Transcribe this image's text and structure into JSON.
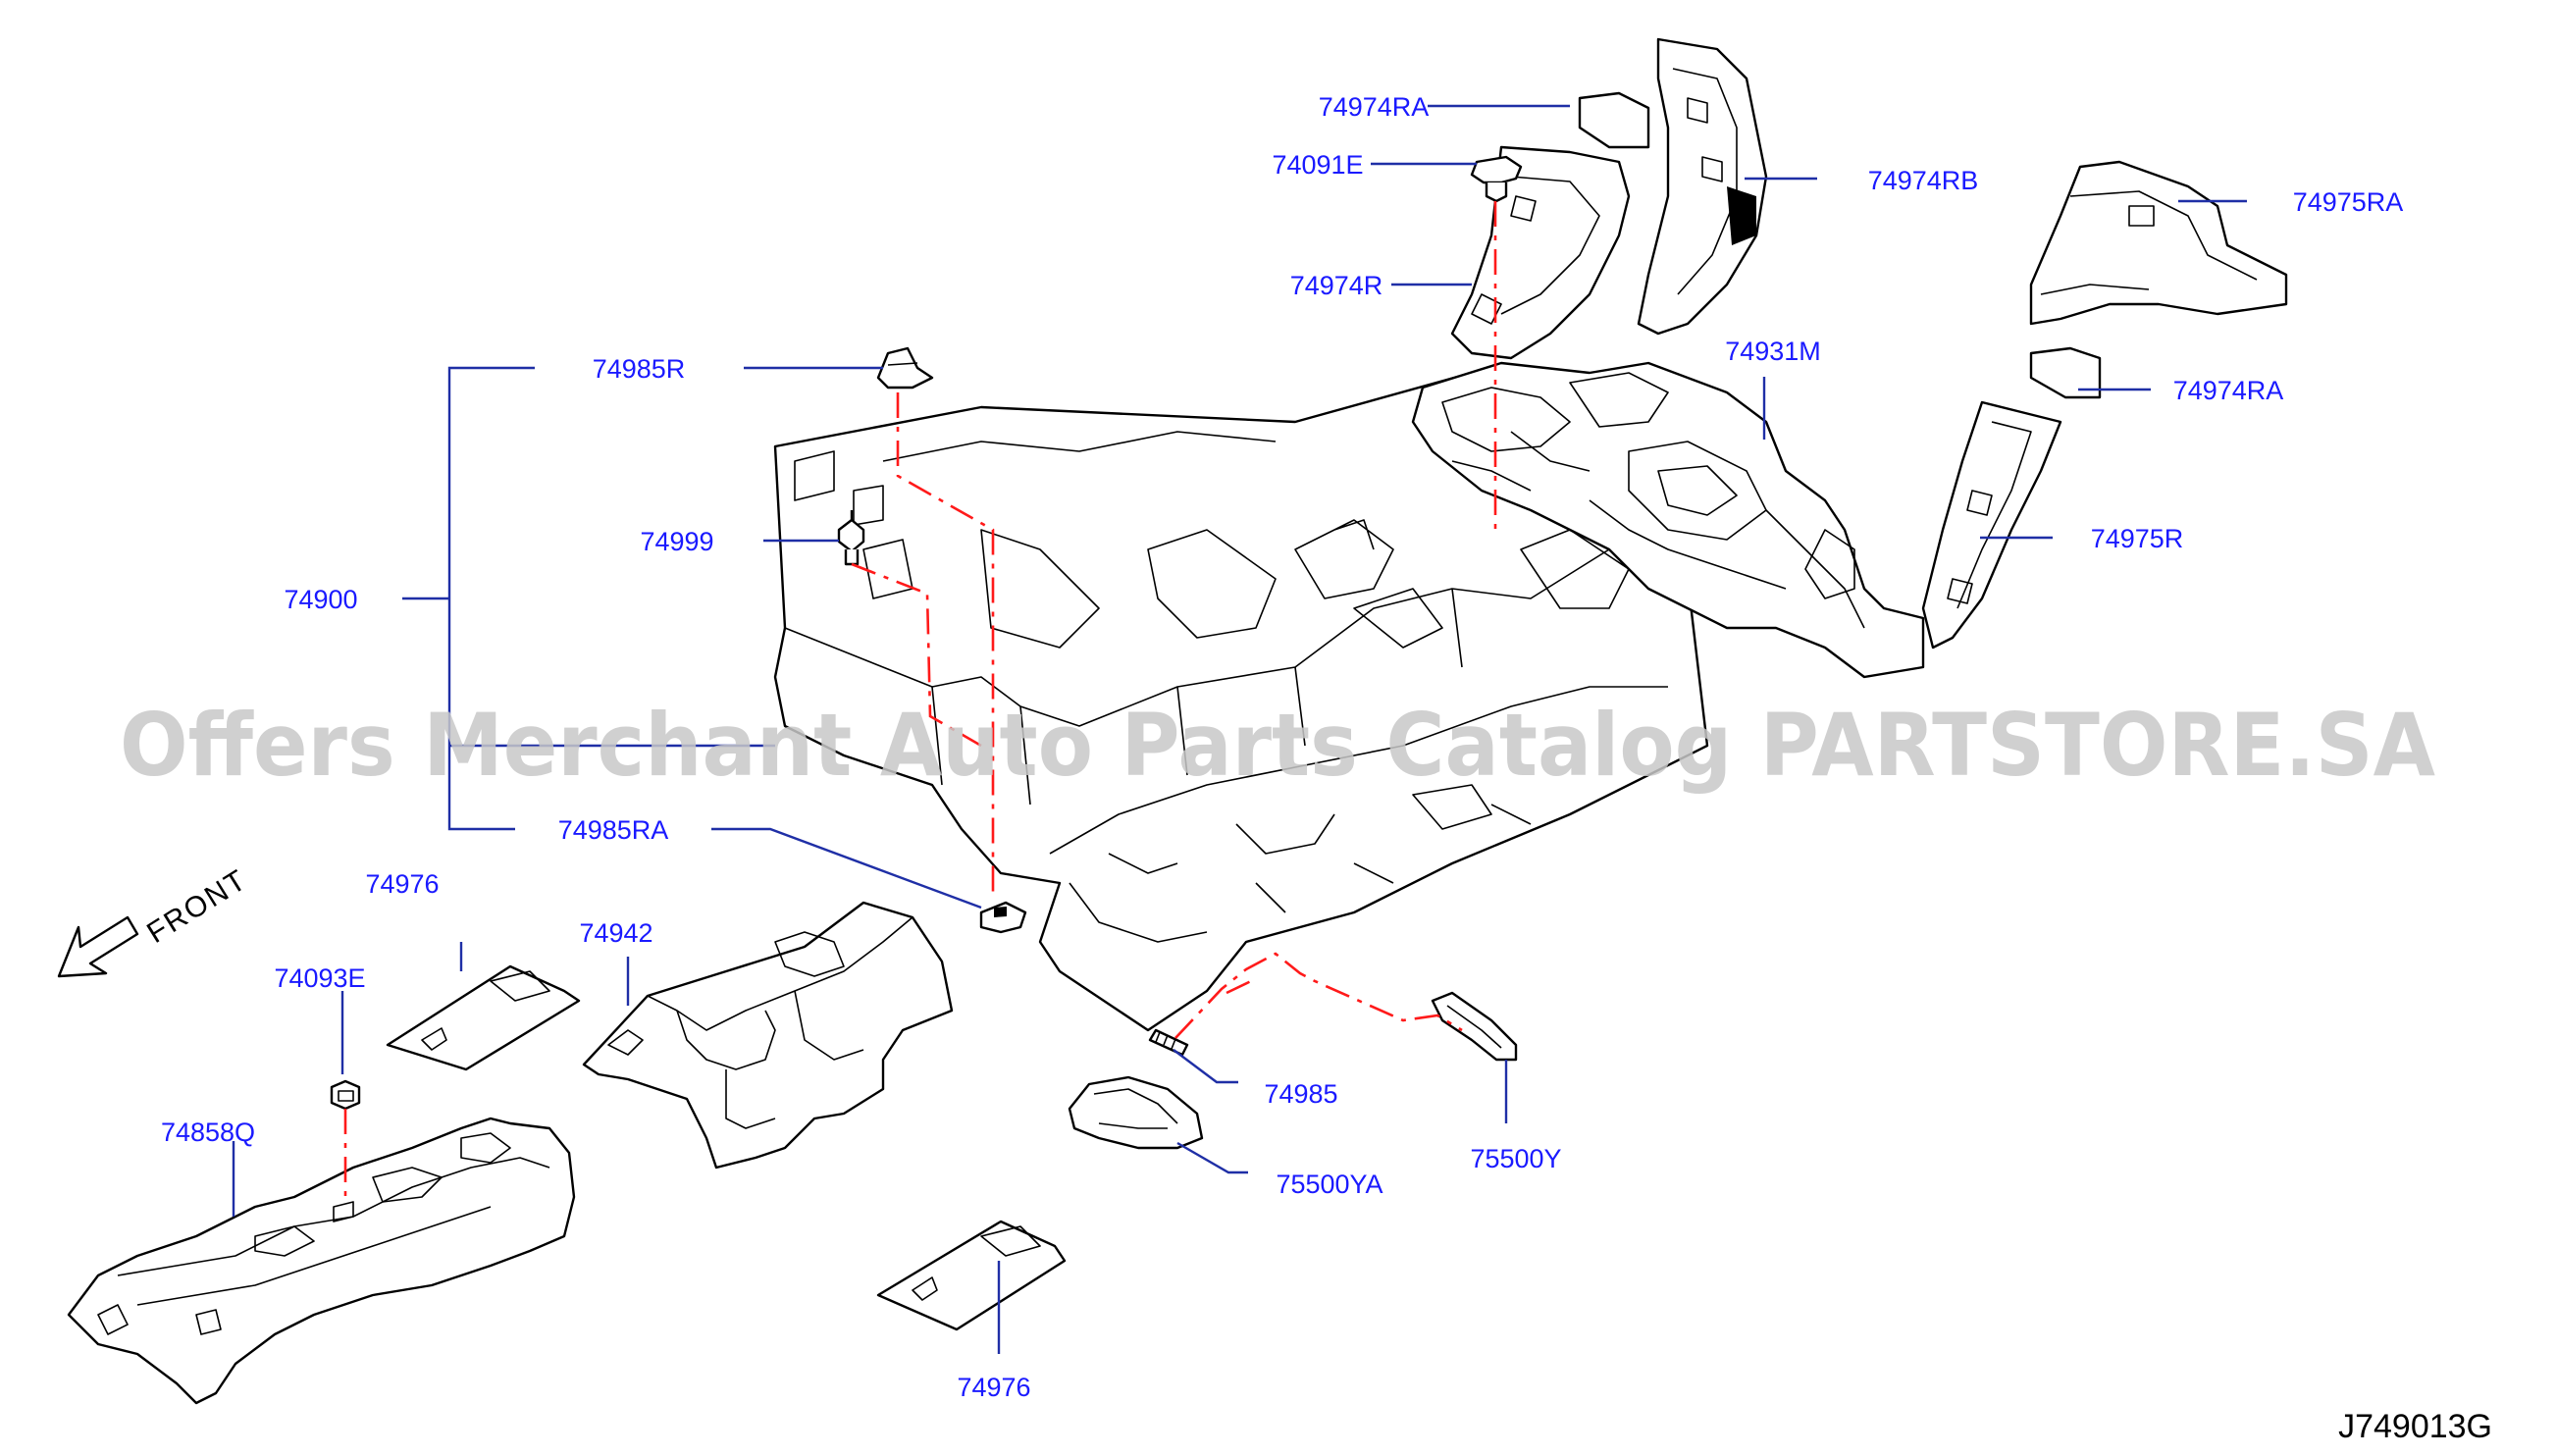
{
  "colors": {
    "label": "#1a1aff",
    "leader": "#1f2fa6",
    "dash": "#ff1a1a",
    "line": "#000000",
    "watermark": "#c8c8c8"
  },
  "watermark": "Offers Merchant Auto Parts Catalog PARTSTORE.SA",
  "front_indicator": {
    "label": "FRONT",
    "icon": "arrow-icon"
  },
  "diagram_code": "J749013G",
  "parts": {
    "p74974RA_top": "74974RA",
    "p74091E": "74091E",
    "p74974R": "74974R",
    "p74974RB": "74974RB",
    "p74975RA": "74975RA",
    "p74931M": "74931M",
    "p74974RA_mid": "74974RA",
    "p74975R": "74975R",
    "p74985R": "74985R",
    "p74999": "74999",
    "p74900": "74900",
    "p74985RA": "74985RA",
    "p74976_top": "74976",
    "p74942": "74942",
    "p74093E": "74093E",
    "p74858Q": "74858Q",
    "p74985": "74985",
    "p75500Y": "75500Y",
    "p75500YA": "75500YA",
    "p74976_bottom": "74976"
  }
}
